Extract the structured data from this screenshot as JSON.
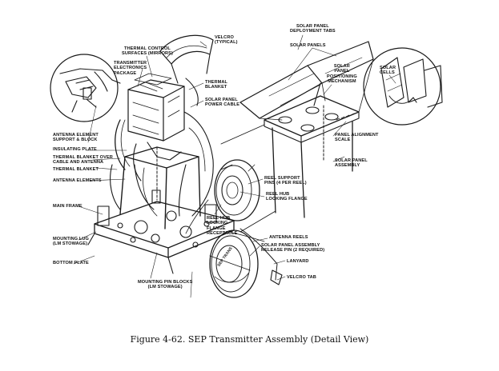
{
  "caption": "Figure 4-62. SEP Transmitter Assembly (Detail View)",
  "labels": {
    "thermal_control": "THERMAL CONTROL\nSURFACES (MIRRORS)",
    "transmitter_package": "TRANSMITTER\nELECTRONICS\nPACKAGE",
    "velcro_typical": "VELCRO\n(TYPICAL)",
    "thermal_blanket_top": "THERMAL\nBLANKET",
    "solar_power_cable": "SOLAR PANEL\nPOWER CABLE",
    "antenna_support": "ANTENNA ELEMENT\nSUPPORT & BLOCK",
    "insulating_plate": "INSULATING PLATE",
    "thermal_blanket_cable": "THERMAL BLANKET OVER\nCABLE AND ANTENNA",
    "thermal_blanket": "THERMAL BLANKET",
    "antenna_elements": "ANTENNA ELEMENTS",
    "main_frame": "MAIN FRAME",
    "mounting_lug": "MOUNTING LUG\n(LM STOWAGE)",
    "bottom_plate": "BOTTOM PLATE",
    "mounting_pin_blocks": "MOUNTING PIN BLOCKS\n(LM STOWAGE)",
    "deployment_tabs": "SOLAR PANEL\nDEPLOYMENT TABS",
    "solar_panels": "SOLAR PANELS",
    "positioning_mechanism": "SOLAR\nPANEL\nPOSITIONING\nMECHANISM",
    "solar_cells": "SOLAR\nCELLS",
    "alignment_scale": "PANEL ALIGNMENT\nSCALE",
    "solar_panel_assembly": "SOLAR PANEL\nASSEMBLY",
    "reel_support_pins": "REEL SUPPORT\nPINS (4 PER REEL)",
    "reel_hub_flange": "REEL HUB\nLOCKING FLANGE",
    "reel_hub_receptacle": "REEL HUB\nLOCKING\nFLANGE\nRECEPTACLE",
    "antenna_reels": "ANTENNA REELS",
    "release_pin": "SOLAR PANEL ASSEMBLY\nRELEASE PIN (2 REQUIRED)",
    "lanyard": "LANYARD",
    "velcro_tab": "VELCRO TAB"
  },
  "reel_marking": "SEP TRANS"
}
